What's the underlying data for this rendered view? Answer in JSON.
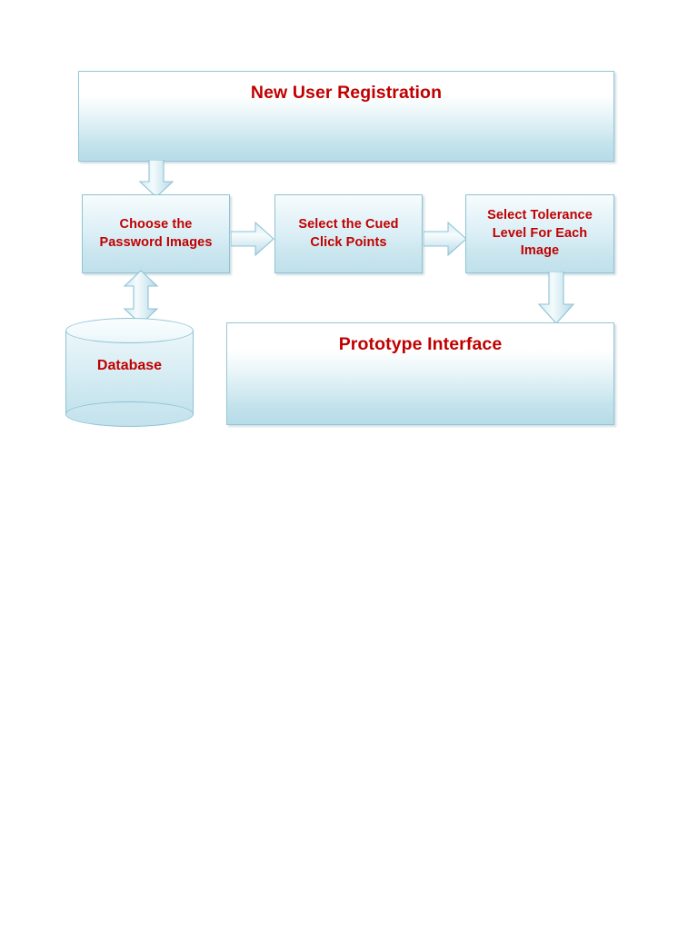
{
  "diagram": {
    "title_box": {
      "label": "New User Registration",
      "shape": "banner-rectangle"
    },
    "process_steps": [
      {
        "label_lines": [
          "Choose the",
          "Password Images"
        ],
        "shape": "rectangle"
      },
      {
        "label_lines": [
          "Select the Cued",
          "Click Points"
        ],
        "shape": "rectangle"
      },
      {
        "label_lines": [
          "Select Tolerance",
          "Level For Each",
          "Image"
        ],
        "shape": "rectangle"
      }
    ],
    "database": {
      "label": "Database",
      "shape": "cylinder"
    },
    "output_box": {
      "label": "Prototype Interface",
      "shape": "banner-rectangle"
    },
    "connectors": [
      {
        "name": "title-to-step1",
        "direction": "down",
        "heads": 1
      },
      {
        "name": "step1-to-step2",
        "direction": "right",
        "heads": 1
      },
      {
        "name": "step2-to-step3",
        "direction": "right",
        "heads": 1
      },
      {
        "name": "step1-to-database",
        "direction": "up-down",
        "heads": 2
      },
      {
        "name": "step3-to-output",
        "direction": "down",
        "heads": 1
      }
    ],
    "colors": {
      "text_red": "#C00000",
      "shape_border_blue": "#8FC3D4",
      "shape_fill_light": "#FFFFFF",
      "shape_fill_blue": "#B7DCE8",
      "arrow_border": "#8FC3D4",
      "background": "#FFFFFF"
    }
  }
}
